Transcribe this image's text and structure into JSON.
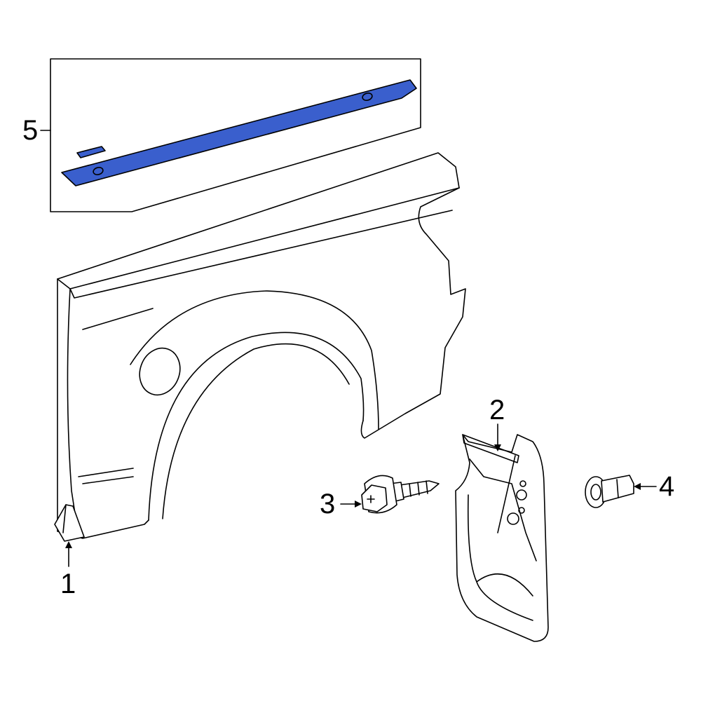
{
  "diagram": {
    "highlight_color": "#3a5fcd",
    "line_color": "#000000",
    "background_color": "#ffffff",
    "callouts": [
      {
        "id": "1",
        "label": "1"
      },
      {
        "id": "2",
        "label": "2"
      },
      {
        "id": "3",
        "label": "3"
      },
      {
        "id": "4",
        "label": "4"
      },
      {
        "id": "5",
        "label": "5"
      }
    ]
  }
}
